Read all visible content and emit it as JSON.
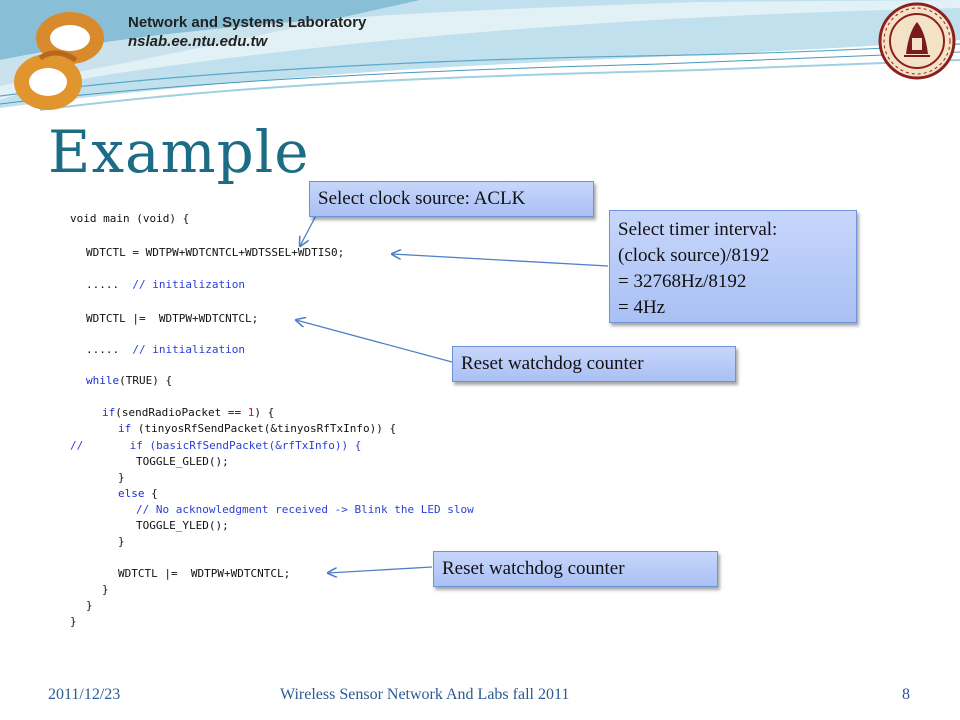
{
  "header": {
    "lab_name": "Network and Systems Laboratory",
    "lab_url": "nslab.ee.ntu.edu.tw",
    "logo_icon": "nslab-logo-icon",
    "seal_icon": "ntu-seal-icon"
  },
  "title": "Example",
  "code": {
    "line1": "void main (void) {",
    "line2": "WDTCTL = WDTPW+WDTCNTCL+WDTSSEL+WDTIS0;",
    "line3_dots": ".....",
    "line3_comment": "// initialization",
    "line4": "WDTCTL |=  WDTPW+WDTCNTCL;",
    "line5_dots": ".....",
    "line5_comment": "// initialization",
    "line6_kw": "while",
    "line6_rest": "(TRUE) {",
    "line7_kw": "if",
    "line7_a": "(sendRadioPacket == ",
    "line7_num": "1",
    "line7_b": ") {",
    "line8_kw": "if",
    "line8_rest": " (tinyosRfSendPacket(&tinyosRfTxInfo)) {",
    "line9_comment": "//       if (basicRfSendPacket(&rfTxInfo)) {",
    "line10": "TOGGLE_GLED();",
    "line11": "}",
    "line12_kw": "else",
    "line12_rest": " {",
    "line13_comment": "// No acknowledgment received -> Blink the LED slow",
    "line14": "TOGGLE_YLED();",
    "line15": "}",
    "line16": "WDTCTL |=  WDTPW+WDTCNTCL;",
    "line17": "}",
    "line18": "}",
    "line19": "}"
  },
  "callouts": {
    "clock_source": "Select clock source: ACLK",
    "timer_interval": "Select timer interval:\n(clock source)/8192\n= 32768Hz/8192\n= 4Hz",
    "reset_1": "Reset watchdog counter",
    "reset_2": "Reset watchdog counter"
  },
  "footer": {
    "date": "2011/12/23",
    "course": "Wireless Sensor Network And Labs fall 2011",
    "page": "8"
  },
  "colors": {
    "title": "#1c6c86",
    "header_swoosh": "#bfe0ec",
    "callout_fill": "#b9cbf7",
    "callout_border": "#6f92d8",
    "code_keyword": "#1a2fd0",
    "code_number": "#d01a1a",
    "footer_text": "#2c5a94"
  }
}
